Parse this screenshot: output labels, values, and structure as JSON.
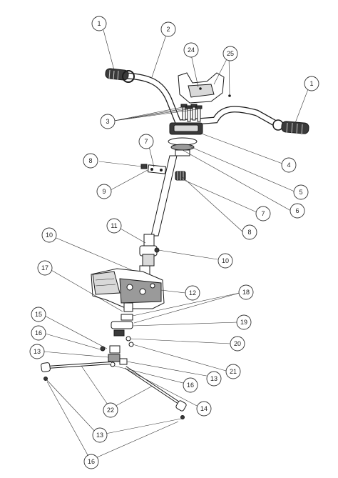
{
  "diagram": {
    "type": "exploded-parts-diagram",
    "callouts": [
      {
        "id": "c1a",
        "label": "1"
      },
      {
        "id": "c1b",
        "label": "1"
      },
      {
        "id": "c2",
        "label": "2"
      },
      {
        "id": "c3",
        "label": "3"
      },
      {
        "id": "c4",
        "label": "4"
      },
      {
        "id": "c5",
        "label": "5"
      },
      {
        "id": "c6",
        "label": "6"
      },
      {
        "id": "c7a",
        "label": "7"
      },
      {
        "id": "c7b",
        "label": "7"
      },
      {
        "id": "c8a",
        "label": "8"
      },
      {
        "id": "c8b",
        "label": "8"
      },
      {
        "id": "c9",
        "label": "9"
      },
      {
        "id": "c10a",
        "label": "10"
      },
      {
        "id": "c10b",
        "label": "10"
      },
      {
        "id": "c11",
        "label": "11"
      },
      {
        "id": "c12",
        "label": "12"
      },
      {
        "id": "c13a",
        "label": "13"
      },
      {
        "id": "c13b",
        "label": "13"
      },
      {
        "id": "c13c",
        "label": "13"
      },
      {
        "id": "c14",
        "label": "14"
      },
      {
        "id": "c15",
        "label": "15"
      },
      {
        "id": "c16a",
        "label": "16"
      },
      {
        "id": "c16b",
        "label": "16"
      },
      {
        "id": "c16c",
        "label": "16"
      },
      {
        "id": "c17",
        "label": "17"
      },
      {
        "id": "c18",
        "label": "18"
      },
      {
        "id": "c19",
        "label": "19"
      },
      {
        "id": "c20",
        "label": "20"
      },
      {
        "id": "c21",
        "label": "21"
      },
      {
        "id": "c22",
        "label": "22"
      },
      {
        "id": "c24",
        "label": "24"
      },
      {
        "id": "c25",
        "label": "25"
      }
    ]
  }
}
